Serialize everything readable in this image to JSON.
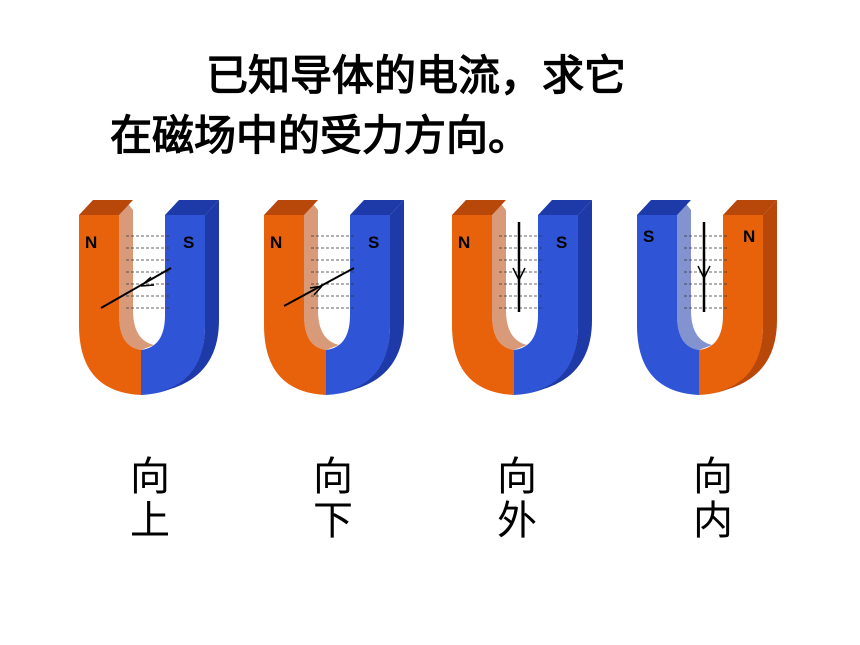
{
  "title": {
    "line1": "已知导体的电流，求它",
    "line2": "在磁场中的受力方向。"
  },
  "colors": {
    "north": "#e8620c",
    "north_dark": "#b8470a",
    "south": "#2f55d6",
    "south_dark": "#1d3aa8",
    "text": "#000000"
  },
  "magnets": [
    {
      "left_pole": "N",
      "right_pole": "S",
      "field": "left-to-right",
      "conductor": "slanted",
      "answer_line1": "向",
      "answer_line2": "上"
    },
    {
      "left_pole": "N",
      "right_pole": "S",
      "field": "left-to-right",
      "conductor": "slanted",
      "answer_line1": "向",
      "answer_line2": "下"
    },
    {
      "left_pole": "N",
      "right_pole": "S",
      "field": "left-to-right",
      "conductor": "vertical-down",
      "answer_line1": "向",
      "answer_line2": "外"
    },
    {
      "left_pole": "S",
      "right_pole": "N",
      "field": "right-to-left",
      "conductor": "vertical-down",
      "answer_line1": "向",
      "answer_line2": "内"
    }
  ]
}
